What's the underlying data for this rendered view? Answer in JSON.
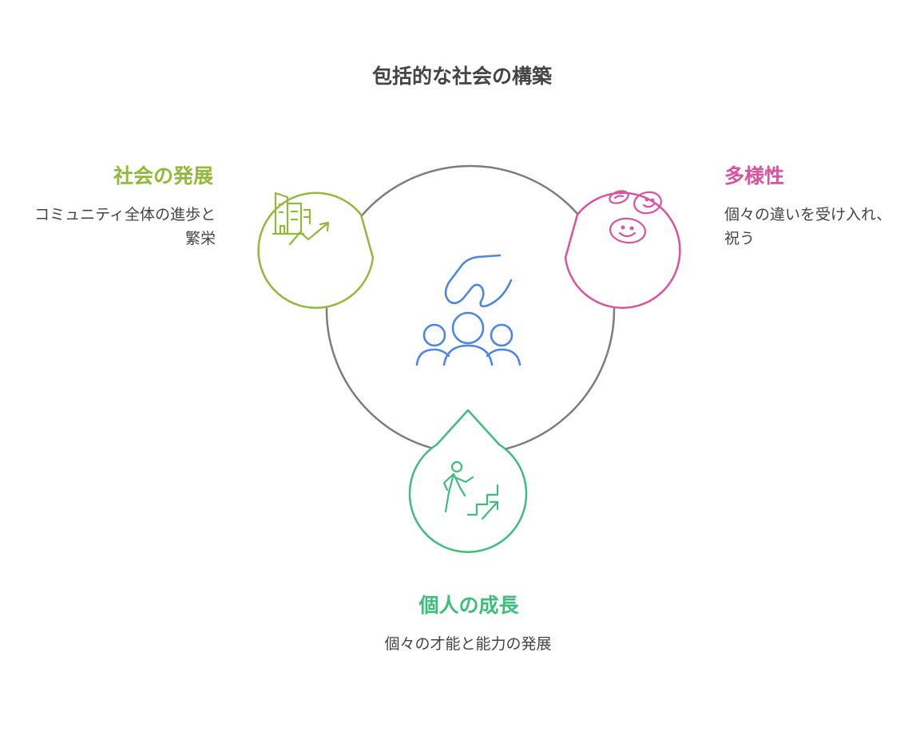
{
  "title": "包括的な社会の構築",
  "colors": {
    "outline": "#7d7d7d",
    "center_icon": "#4f86df",
    "social": "#93b83c",
    "diversity": "#d9549e",
    "individual": "#3fbd7c"
  },
  "items": [
    {
      "id": "social-development",
      "title": "社会の発展",
      "description": "コミュニティ全体の進歩と繁栄",
      "icon": "building-growth-icon"
    },
    {
      "id": "diversity",
      "title": "多様性",
      "description": "個々の違いを受け入れ、祝う",
      "icon": "smiling-faces-icon"
    },
    {
      "id": "individual-growth",
      "title": "個人の成長",
      "description": "個々の才能と能力の発展",
      "icon": "person-climbing-stairs-icon"
    }
  ],
  "center": {
    "icon": "hand-over-people-icon"
  }
}
